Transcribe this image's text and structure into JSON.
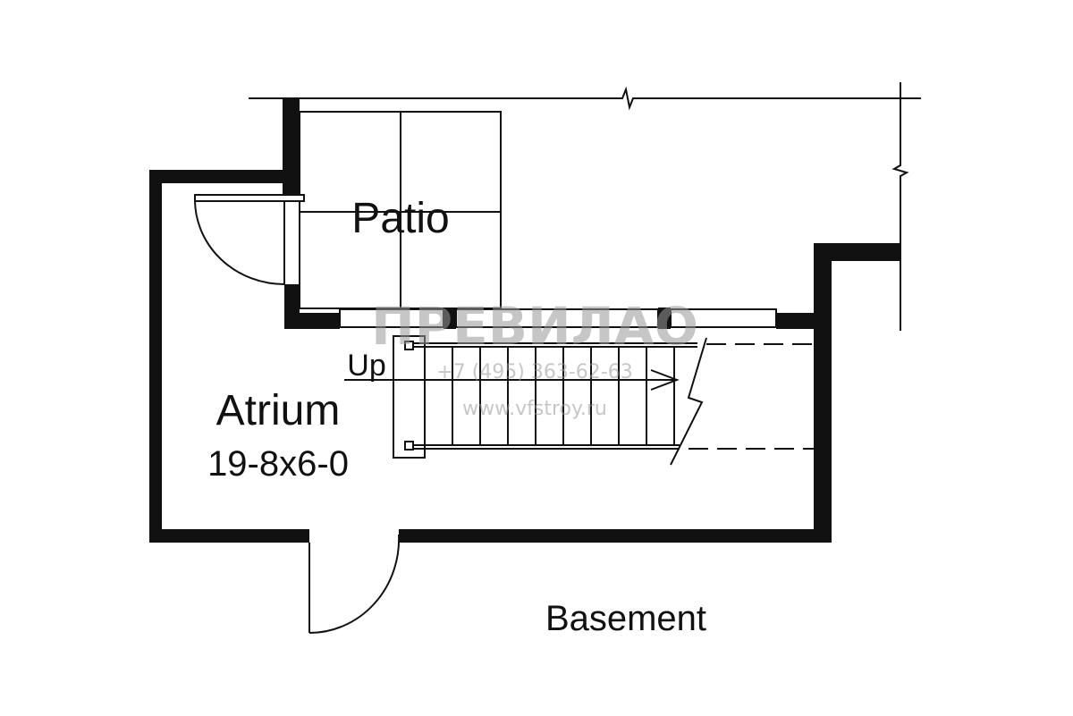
{
  "rooms": {
    "patio": "Patio",
    "atrium": "Atrium",
    "atrium_size": "19-8x6-0",
    "basement": "Basement"
  },
  "stairs": {
    "direction_label": "Up"
  },
  "watermark": {
    "logo": "ПРЕВИЛАО",
    "phone": "+7 (495) 363-62-63",
    "website": "www.vfstroy.ru"
  }
}
